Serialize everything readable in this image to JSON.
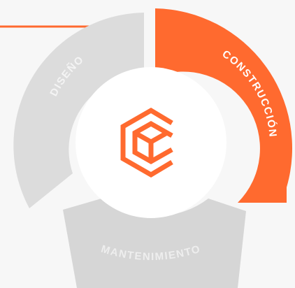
{
  "diagram": {
    "segments": [
      {
        "id": "diseno",
        "label": "DISEÑO",
        "color": "#dcdcdc",
        "text_color": "#f4f4f4",
        "active": false
      },
      {
        "id": "construccion",
        "label": "CONSTRUCCIÓN",
        "color": "#ff6a2f",
        "text_color": "#ffffff",
        "active": true
      },
      {
        "id": "mantenimiento",
        "label": "MANTENIMIENTO",
        "color": "#d6d6d6",
        "text_color": "#eeeeee",
        "active": false
      }
    ],
    "accent_line_color": "#ff6a2f",
    "center": {
      "fill": "#ffffff",
      "logo_icon": "cube-c-logo-icon",
      "logo_color": "#ff6a2f"
    }
  }
}
